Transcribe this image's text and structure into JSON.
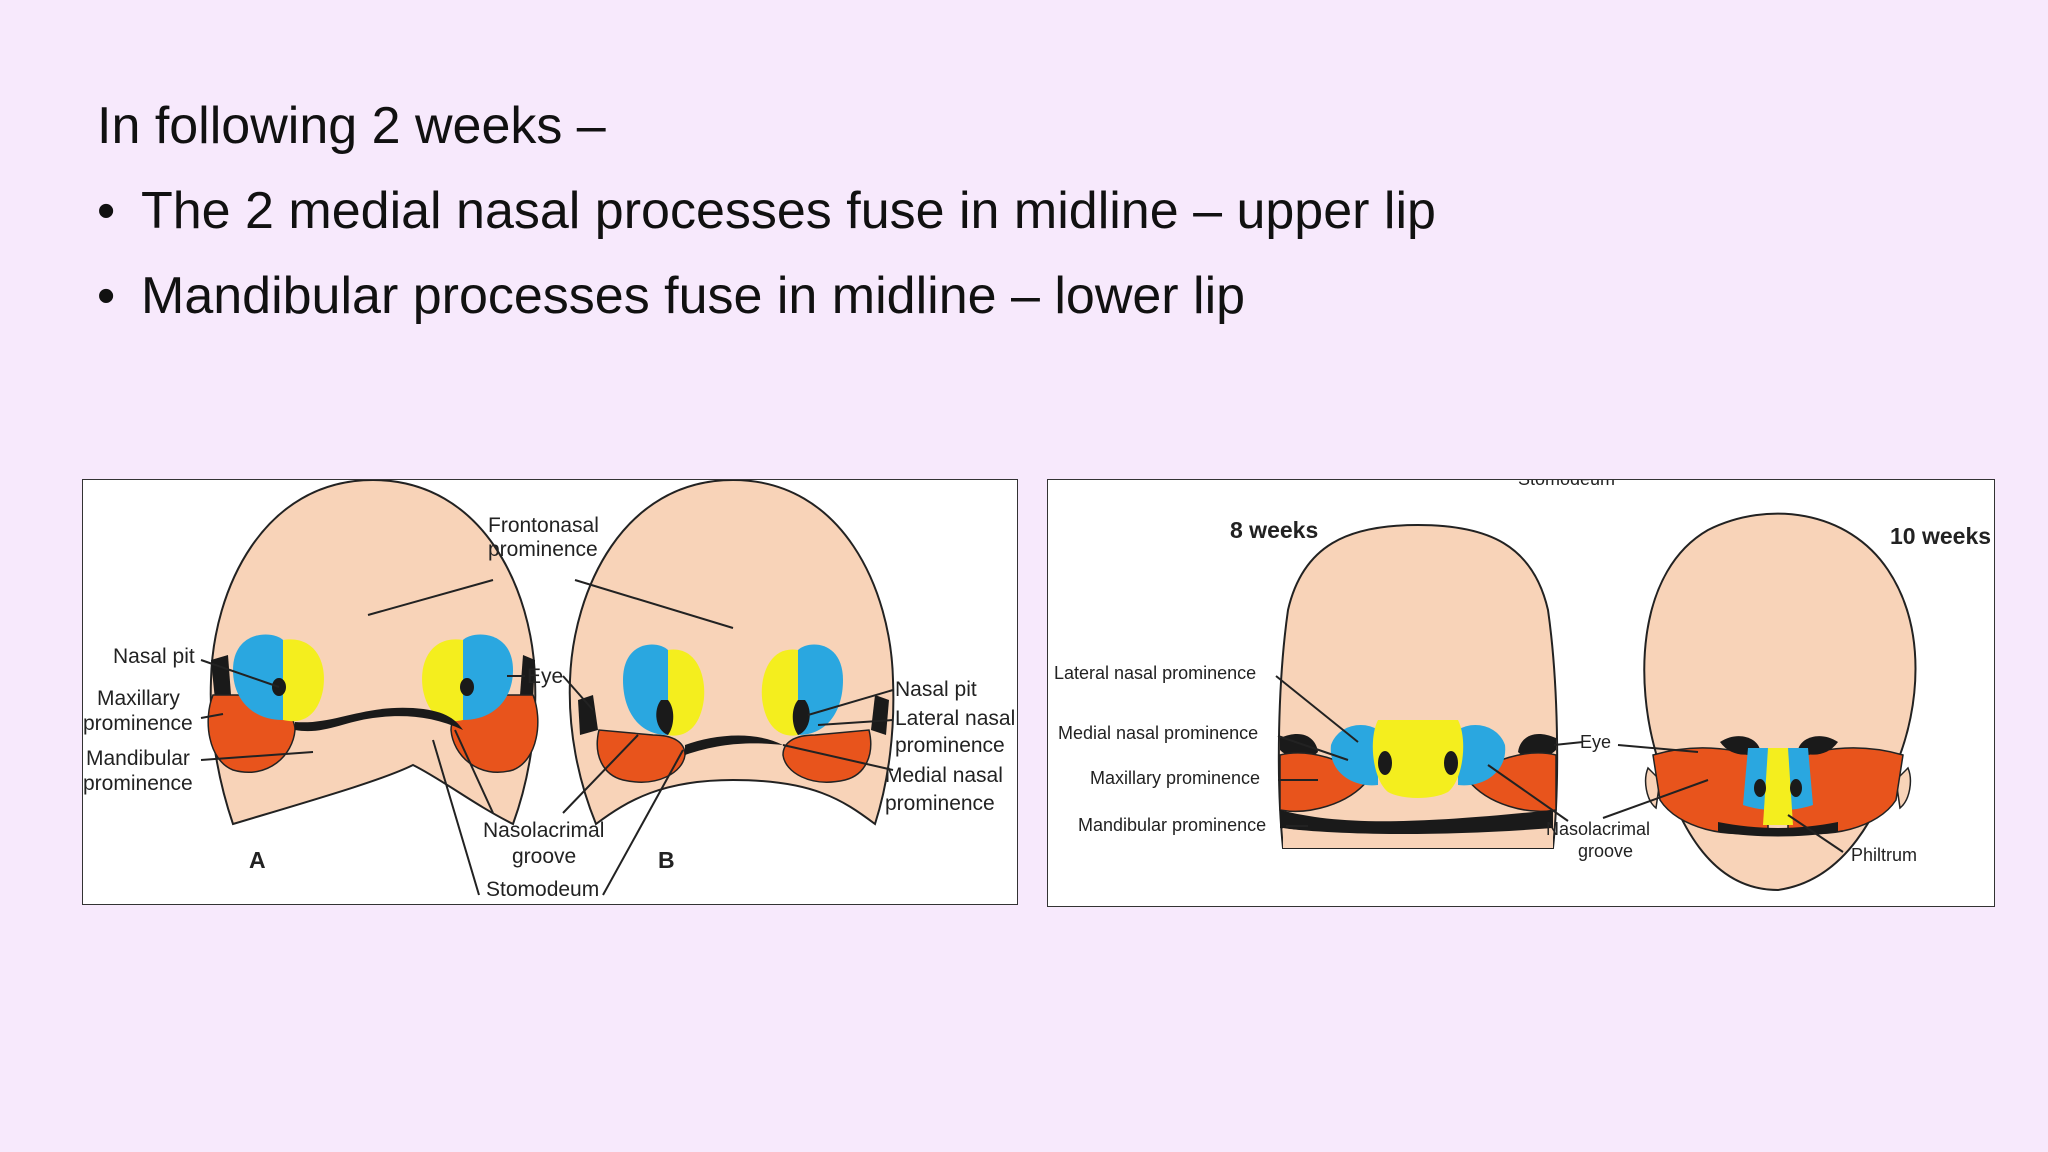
{
  "slide": {
    "heading": "In following 2 weeks –",
    "bullets": [
      "The 2 medial nasal processes fuse in midline – upper lip",
      "Mandibular processes fuse in midline – lower lip"
    ],
    "bullet_glyph": "•"
  },
  "figure_left": {
    "labels": {
      "frontonasal_1": "Frontonasal",
      "frontonasal_2": "prominence",
      "nasal_pit_a": "Nasal pit",
      "maxillary_1": "Maxillary",
      "maxillary_2": "prominence",
      "mandibular_1": "Mandibular",
      "mandibular_2": "prominence",
      "eye": "Eye",
      "nasal_pit_b": "Nasal pit",
      "lateral_nasal_1": "Lateral nasal",
      "lateral_nasal_2": "prominence",
      "medial_nasal_1": "Medial nasal",
      "medial_nasal_2": "prominence",
      "nasolacrimal_1": "Nasolacrimal",
      "nasolacrimal_2": "groove",
      "stomodeum": "Stomodeum",
      "panel_a": "A",
      "panel_b": "B"
    }
  },
  "figure_right": {
    "labels": {
      "stomodeum_cut": "Stomodeum",
      "age_8": "8 weeks",
      "age_10": "10 weeks",
      "lateral_nasal": "Lateral nasal prominence",
      "medial_nasal": "Medial nasal prominence",
      "maxillary": "Maxillary prominence",
      "mandibular": "Mandibular prominence",
      "eye": "Eye",
      "nasolacrimal_1": "Nasolacrimal",
      "nasolacrimal_2": "groove",
      "philtrum": "Philtrum"
    }
  },
  "colors": {
    "background": "#f7e9fc",
    "skin": "#f8d3b8",
    "frontonasal_blue": "#2aa7e0",
    "nasal_yellow": "#f4ee1e",
    "maxillary_orange": "#e8541c",
    "dark": "#1a1a1a"
  }
}
